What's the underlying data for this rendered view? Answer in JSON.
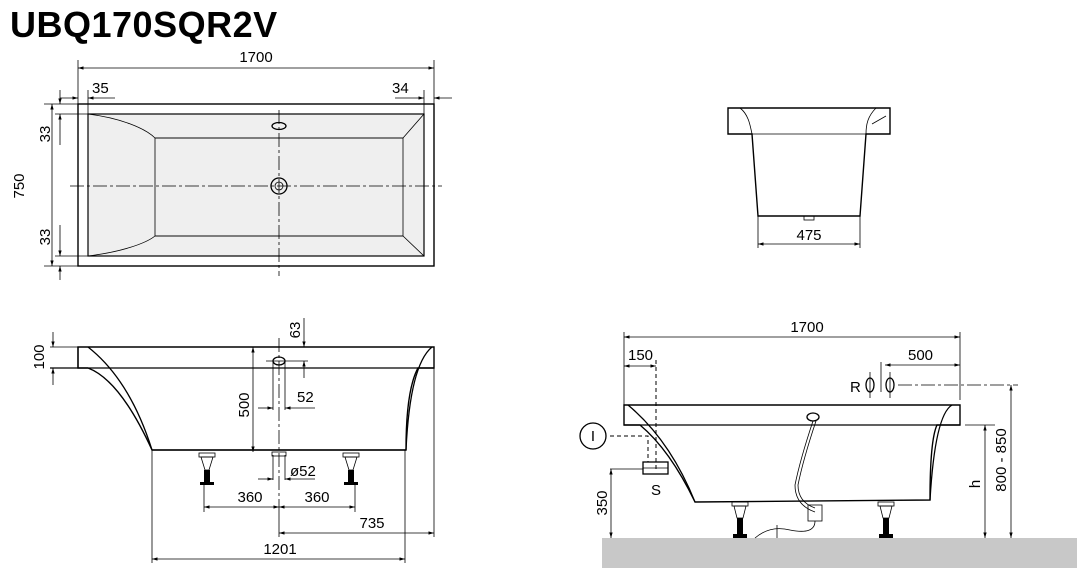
{
  "title": "UBQ170SQR2V",
  "plan_view": {
    "length": "1700",
    "left_offset": "35",
    "right_offset": "34",
    "width": "750",
    "top_offset": "33",
    "bottom_offset": "33"
  },
  "end_view": {
    "bottom_width": "475"
  },
  "side_view_left": {
    "rim_height": "100",
    "overflow_offset": "63",
    "depth": "500",
    "overflow_diameter": "52",
    "drain_diameter": "ø52",
    "leg_left": "360",
    "leg_right": "360",
    "drain_to_end": "735",
    "bottom_length": "1201"
  },
  "side_view_right": {
    "length": "1700",
    "supply_offset": "150",
    "tap_offset": "500",
    "tap_label": "R",
    "supply_label": "S",
    "marker_label": "I",
    "supply_height": "350",
    "height_label": "h",
    "total_height": "800 - 850"
  },
  "colors": {
    "floor": "#c8c8c8",
    "basin": "#efefef"
  }
}
